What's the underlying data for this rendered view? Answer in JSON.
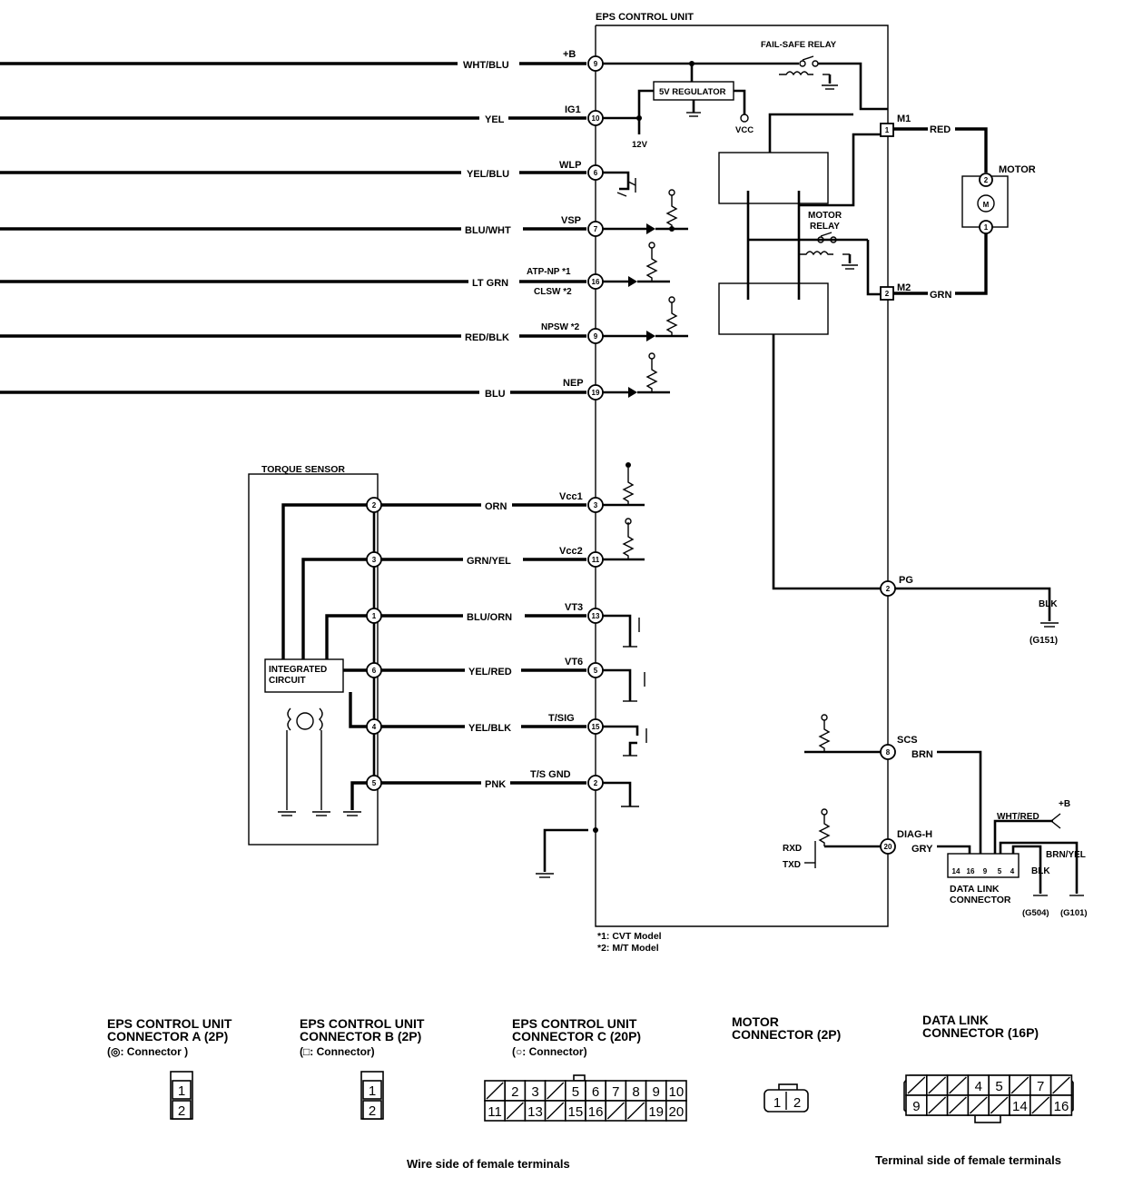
{
  "titles": {
    "eps_unit": "EPS CONTROL UNIT",
    "fail_safe_relay": "FAIL-SAFE RELAY",
    "regulator": "5V REGULATOR",
    "vcc": "VCC",
    "v12": "12V",
    "motor": "MOTOR",
    "motor_relay_1": "MOTOR",
    "motor_relay_2": "RELAY",
    "motor_symbol": "M",
    "torque_sensor": "TORQUE SENSOR",
    "ic_1": "INTEGRATED",
    "ic_2": "CIRCUIT",
    "dlc_1": "DATA LINK",
    "dlc_2": "CONNECTOR",
    "ground_g151": "(G151)",
    "ground_g504": "(G504)",
    "ground_g101": "(G101)",
    "plus_b": "+B",
    "rxd": "RXD",
    "txd": "TXD"
  },
  "left_wires": [
    {
      "wire": "WHT/BLU",
      "terminal": "+B",
      "pin": "9"
    },
    {
      "wire": "YEL",
      "terminal": "IG1",
      "pin": "10"
    },
    {
      "wire": "YEL/BLU",
      "terminal": "WLP",
      "pin": "6"
    },
    {
      "wire": "BLU/WHT",
      "terminal": "VSP",
      "pin": "7"
    },
    {
      "wire": "LT GRN",
      "terminal": "ATP-NP *1",
      "terminal2": "CLSW *2",
      "pin": "16"
    },
    {
      "wire": "RED/BLK",
      "terminal": "NPSW *2",
      "pin": "9"
    },
    {
      "wire": "BLU",
      "terminal": "NEP",
      "pin": "19"
    }
  ],
  "torque_wires": [
    {
      "sensor_pin": "2",
      "wire": "ORN",
      "terminal": "Vcc1",
      "pin": "3"
    },
    {
      "sensor_pin": "3",
      "wire": "GRN/YEL",
      "terminal": "Vcc2",
      "pin": "11"
    },
    {
      "sensor_pin": "1",
      "wire": "BLU/ORN",
      "terminal": "VT3",
      "pin": "13"
    },
    {
      "sensor_pin": "6",
      "wire": "YEL/RED",
      "terminal": "VT6",
      "pin": "5"
    },
    {
      "sensor_pin": "4",
      "wire": "YEL/BLK",
      "terminal": "T/SIG",
      "pin": "15"
    },
    {
      "sensor_pin": "5",
      "wire": "PNK",
      "terminal": "T/S GND",
      "pin": "2"
    }
  ],
  "right_side": {
    "m1_terminal": "M1",
    "m1_pin": "1",
    "m1_wire": "RED",
    "m2_terminal": "M2",
    "m2_pin": "2",
    "m2_wire": "GRN",
    "motor_pin_top": "2",
    "motor_pin_bottom": "1",
    "pg_terminal": "PG",
    "pg_pin": "2",
    "pg_wire": "BLK",
    "scs_terminal": "SCS",
    "scs_pin": "8",
    "scs_wire": "BRN",
    "diag_terminal": "DIAG-H",
    "diag_pin": "20",
    "diag_wire": "GRY",
    "wht_red": "WHT/RED",
    "brn_yel": "BRN/YEL",
    "blk": "BLK"
  },
  "dlc_pins": [
    "14",
    "16",
    "9",
    "5",
    "4"
  ],
  "notes": [
    "*1: CVT Model",
    "*2: M/T Model"
  ],
  "connectors": [
    {
      "line1": "EPS CONTROL UNIT",
      "line2": "CONNECTOR A (2P)",
      "line3": "(◎: Connector )",
      "cells": [
        "1",
        "2"
      ]
    },
    {
      "line1": "EPS CONTROL UNIT",
      "line2": "CONNECTOR  B (2P)",
      "line3": "(□: Connector)",
      "cells": [
        "1",
        "2"
      ]
    },
    {
      "line1": "EPS CONTROL UNIT",
      "line2": "CONNECTOR C (20P)",
      "line3": "(○: Connector)",
      "row1": [
        "",
        "2",
        "3",
        "",
        "5",
        "6",
        "7",
        "8",
        "9",
        "10"
      ],
      "row2": [
        "11",
        "",
        "13",
        "",
        "15",
        "16",
        "",
        "",
        "19",
        "20"
      ]
    },
    {
      "line1": "MOTOR",
      "line2": "CONNECTOR (2P)",
      "cells": [
        "1",
        "2"
      ]
    },
    {
      "line1": "DATA LINK",
      "line2": "CONNECTOR (16P)",
      "row1": [
        "",
        "",
        "",
        "4",
        "5",
        "",
        "7",
        ""
      ],
      "row2": [
        "9",
        "",
        "",
        "",
        "",
        "14",
        "",
        "16"
      ]
    }
  ],
  "footer": {
    "wire_side": "Wire side of female terminals",
    "terminal_side": "Terminal side of female terminals"
  }
}
